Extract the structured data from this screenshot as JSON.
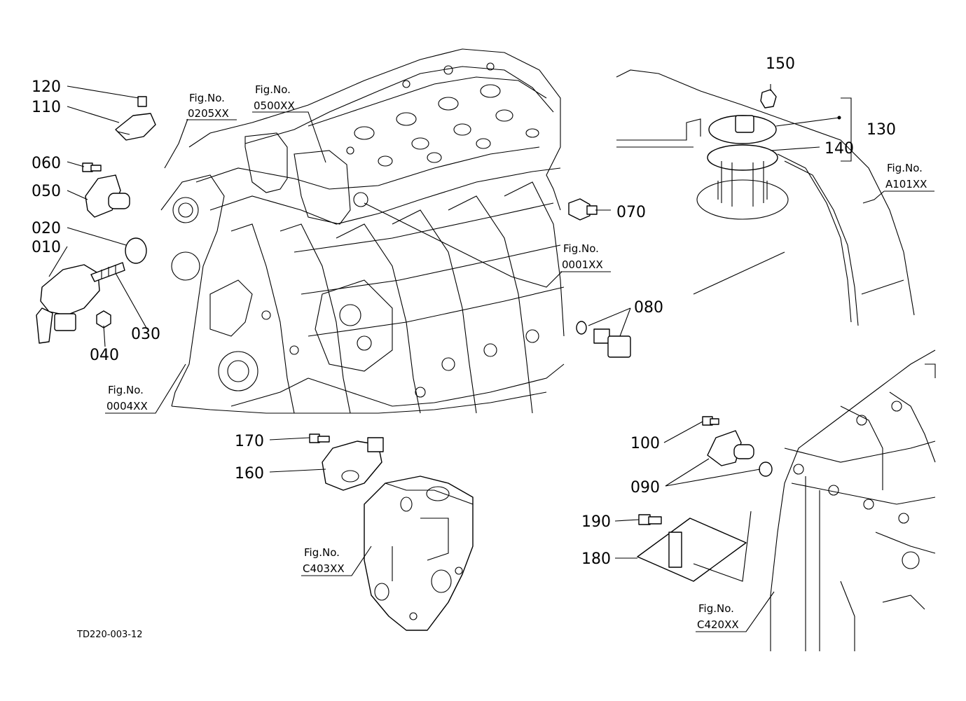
{
  "diagram": {
    "drawing_code": "TD220-003-12",
    "parts": [
      {
        "id": "p010",
        "label": "010"
      },
      {
        "id": "p020",
        "label": "020"
      },
      {
        "id": "p030",
        "label": "030"
      },
      {
        "id": "p040",
        "label": "040"
      },
      {
        "id": "p050",
        "label": "050"
      },
      {
        "id": "p060",
        "label": "060"
      },
      {
        "id": "p070",
        "label": "070"
      },
      {
        "id": "p080",
        "label": "080"
      },
      {
        "id": "p090",
        "label": "090"
      },
      {
        "id": "p100",
        "label": "100"
      },
      {
        "id": "p110",
        "label": "110"
      },
      {
        "id": "p120",
        "label": "120"
      },
      {
        "id": "p130",
        "label": "130"
      },
      {
        "id": "p140",
        "label": "140"
      },
      {
        "id": "p150",
        "label": "150"
      },
      {
        "id": "p160",
        "label": "160"
      },
      {
        "id": "p170",
        "label": "170"
      },
      {
        "id": "p180",
        "label": "180"
      },
      {
        "id": "p190",
        "label": "190"
      }
    ],
    "figure_refs": [
      {
        "id": "f0205",
        "prefix": "Fig.No.",
        "number": "0205XX"
      },
      {
        "id": "f0500",
        "prefix": "Fig.No.",
        "number": "0500XX"
      },
      {
        "id": "f0001",
        "prefix": "Fig.No.",
        "number": "0001XX"
      },
      {
        "id": "f0004",
        "prefix": "Fig.No.",
        "number": "0004XX"
      },
      {
        "id": "fA101",
        "prefix": "Fig.No.",
        "number": "A101XX"
      },
      {
        "id": "fC403",
        "prefix": "Fig.No.",
        "number": "C403XX"
      },
      {
        "id": "fC420",
        "prefix": "Fig.No.",
        "number": "C420XX"
      }
    ]
  }
}
